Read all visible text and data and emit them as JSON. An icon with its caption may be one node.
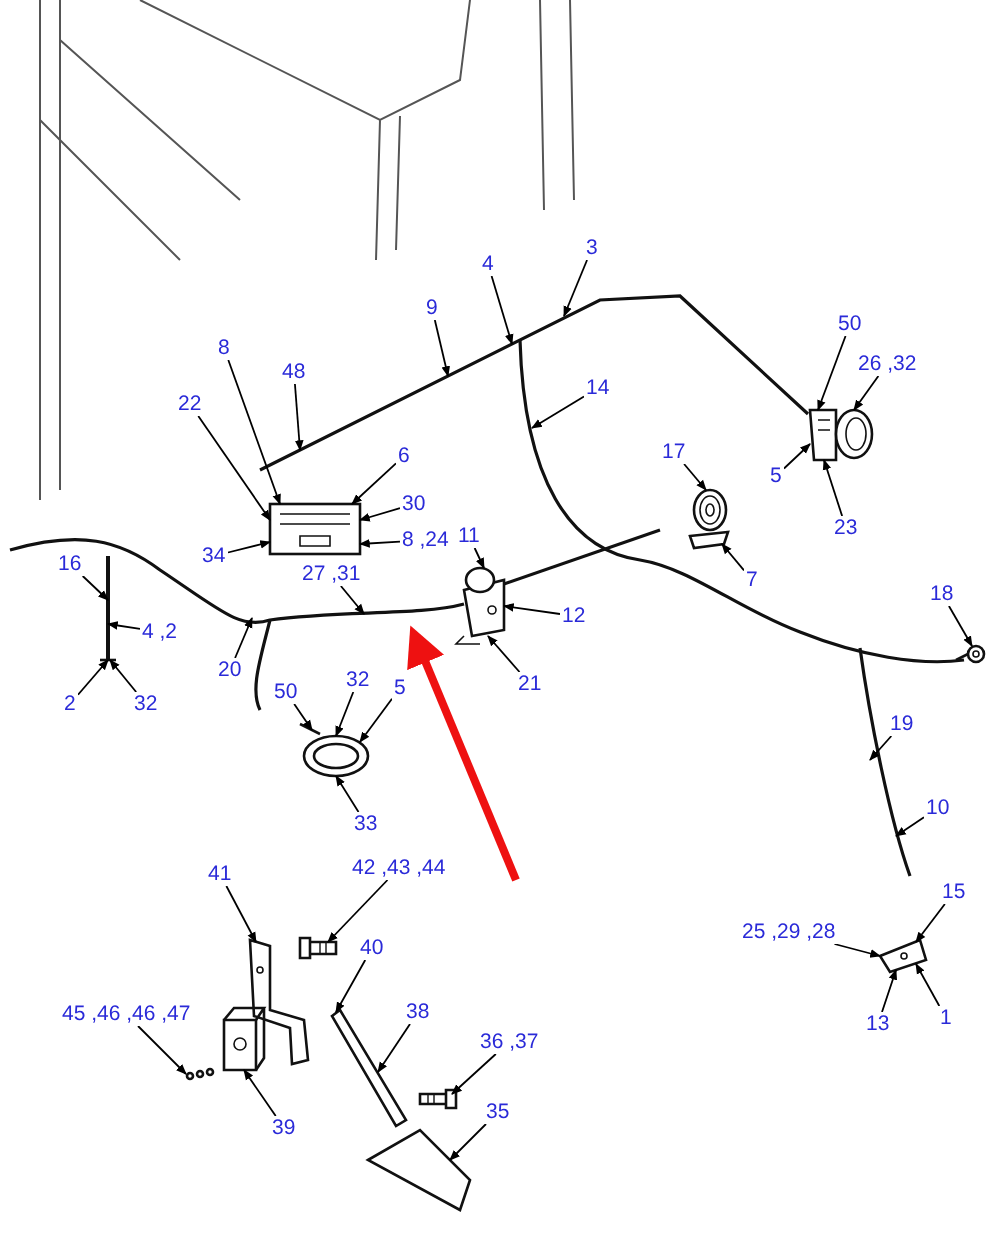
{
  "diagram": {
    "nodes": [
      {
        "text": [
          "3"
        ]
      },
      {
        "text": [
          "4"
        ]
      },
      {
        "text": [
          "8"
        ]
      },
      {
        "text": [
          "48"
        ]
      },
      {
        "text": [
          "22"
        ]
      },
      {
        "text": [
          "14"
        ]
      },
      {
        "text": [
          "50"
        ]
      },
      {
        "text": [
          "26 ,32"
        ]
      },
      {
        "text": [
          "6"
        ]
      },
      {
        "text": [
          "9"
        ]
      },
      {
        "text": [
          "30"
        ]
      },
      {
        "text": [
          "5"
        ]
      },
      {
        "text": [
          "8 ,24"
        ]
      },
      {
        "text": [
          "17"
        ]
      },
      {
        "text": [
          "23"
        ]
      },
      {
        "text": [
          "11"
        ]
      },
      {
        "text": [
          "27 ,31"
        ]
      },
      {
        "text": [
          "16"
        ]
      },
      {
        "text": [
          "34"
        ]
      },
      {
        "text": [
          "18"
        ]
      },
      {
        "text": [
          "12"
        ]
      },
      {
        "text": [
          "4 ,2"
        ]
      },
      {
        "text": [
          "50"
        ]
      },
      {
        "text": [
          "32"
        ]
      },
      {
        "text": [
          "7"
        ]
      },
      {
        "text": [
          "5"
        ]
      },
      {
        "text": [
          "20"
        ]
      },
      {
        "text": [
          "21"
        ]
      },
      {
        "text": [
          "2"
        ]
      },
      {
        "text": [
          "32"
        ]
      },
      {
        "text": [
          "19"
        ]
      },
      {
        "text": [
          "33"
        ]
      },
      {
        "text": [
          "10"
        ]
      },
      {
        "text": [
          "41"
        ]
      },
      {
        "text": [
          "42 ,43 ,44"
        ]
      },
      {
        "text": [
          "15"
        ]
      },
      {
        "text": [
          "25 ,29 ,28"
        ]
      },
      {
        "text": [
          "40"
        ]
      },
      {
        "text": [
          "38"
        ]
      },
      {
        "text": [
          "45 ,46 ,46 ,47"
        ]
      },
      {
        "text": [
          "13"
        ]
      },
      {
        "text": [
          "1"
        ]
      },
      {
        "text": [
          "36 ,37"
        ]
      },
      {
        "text": [
          "35"
        ]
      },
      {
        "text": [
          "39"
        ]
      },
      {
        "text": [],
        "shape": "picture"
      },
      {
        "text": [],
        "shape": "picture"
      },
      {
        "text": [],
        "shape": "picture"
      },
      {
        "text": [],
        "shape": "picture"
      },
      {
        "text": [],
        "shape": "picture"
      },
      {
        "text": [],
        "shape": "picture"
      },
      {
        "text": [],
        "shape": "picture"
      },
      {
        "text": [],
        "shape": "picture"
      },
      {
        "text": [],
        "shape": "picture"
      },
      {
        "text": [],
        "shape": "picture"
      },
      {
        "text": [],
        "shape": "picture"
      },
      {
        "text": [],
        "shape": "picture"
      },
      {
        "text": [],
        "shape": "picture"
      },
      {
        "text": [],
        "shape": "picture"
      },
      {
        "text": [],
        "shape": "picture"
      }
    ],
    "edges": [
      {
        "from": 0,
        "to": null,
        "arrow": "to"
      },
      {
        "from": 1,
        "to": null,
        "arrow": "to"
      },
      {
        "from": 2,
        "to": 45,
        "arrow": "to"
      },
      {
        "from": 3,
        "to": null,
        "arrow": "to"
      },
      {
        "from": 4,
        "to": 45,
        "arrow": "to"
      },
      {
        "from": 5,
        "to": null,
        "arrow": "to"
      },
      {
        "from": 6,
        "to": 46,
        "arrow": "to"
      },
      {
        "from": 7,
        "to": 46,
        "arrow": "to"
      },
      {
        "from": 8,
        "to": 45,
        "arrow": "to"
      },
      {
        "from": 9,
        "to": null,
        "arrow": "to"
      },
      {
        "from": 10,
        "to": 45,
        "arrow": "to"
      },
      {
        "from": 11,
        "to": 46,
        "arrow": "to"
      },
      {
        "from": 12,
        "to": 45,
        "arrow": "to"
      },
      {
        "from": 13,
        "to": 47,
        "arrow": "to"
      },
      {
        "from": 14,
        "to": 46,
        "arrow": "to"
      },
      {
        "from": 15,
        "to": 48,
        "arrow": "to"
      },
      {
        "from": 16,
        "to": null,
        "arrow": "to"
      },
      {
        "from": 17,
        "to": 49,
        "arrow": "to"
      },
      {
        "from": 18,
        "to": 45,
        "arrow": "to"
      },
      {
        "from": 19,
        "to": 51,
        "arrow": "to"
      },
      {
        "from": 20,
        "to": 48,
        "arrow": "to"
      },
      {
        "from": 21,
        "to": 49,
        "arrow": "to"
      },
      {
        "from": 22,
        "to": 50,
        "arrow": "to"
      },
      {
        "from": 23,
        "to": 50,
        "arrow": "to"
      },
      {
        "from": 24,
        "to": 47,
        "arrow": "to"
      },
      {
        "from": 25,
        "to": 50,
        "arrow": "to"
      },
      {
        "from": 26,
        "to": null,
        "arrow": "to"
      },
      {
        "from": 27,
        "to": 48,
        "arrow": "to"
      },
      {
        "from": 28,
        "to": 49,
        "arrow": "to"
      },
      {
        "from": 29,
        "to": 49,
        "arrow": "to"
      },
      {
        "from": 30,
        "to": null,
        "arrow": "to"
      },
      {
        "from": 31,
        "to": 50,
        "arrow": "to"
      },
      {
        "from": 32,
        "to": null,
        "arrow": "to"
      },
      {
        "from": 33,
        "to": 53,
        "arrow": "to"
      },
      {
        "from": 34,
        "to": 54,
        "arrow": "to"
      },
      {
        "from": 35,
        "to": 52,
        "arrow": "to"
      },
      {
        "from": 36,
        "to": 52,
        "arrow": "to"
      },
      {
        "from": 37,
        "to": 55,
        "arrow": "to"
      },
      {
        "from": 38,
        "to": 55,
        "arrow": "to"
      },
      {
        "from": 39,
        "to": 58,
        "arrow": "to"
      },
      {
        "from": 40,
        "to": 52,
        "arrow": "to"
      },
      {
        "from": 41,
        "to": 52,
        "arrow": "to"
      },
      {
        "from": 42,
        "to": 56,
        "arrow": "to"
      },
      {
        "from": 43,
        "to": 57,
        "arrow": "to"
      },
      {
        "from": 44,
        "to": 59,
        "arrow": "to"
      }
    ]
  }
}
